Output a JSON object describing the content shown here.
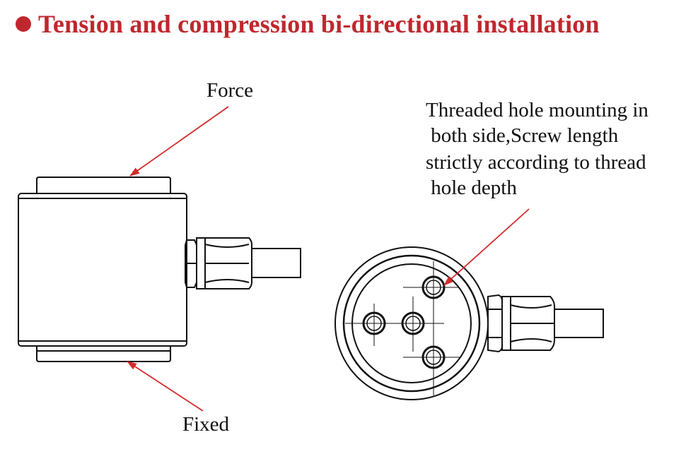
{
  "title": "Tension and compression bi-directional installation",
  "labels": {
    "force": "Force",
    "fixed": "Fixed",
    "note": [
      "Threaded hole mounting in",
      " both side,Screw length",
      "strictly according to thread",
      " hole depth"
    ]
  },
  "colors": {
    "title": "#c0272d",
    "arrow": "#d42a2a",
    "outline": "#111111"
  }
}
